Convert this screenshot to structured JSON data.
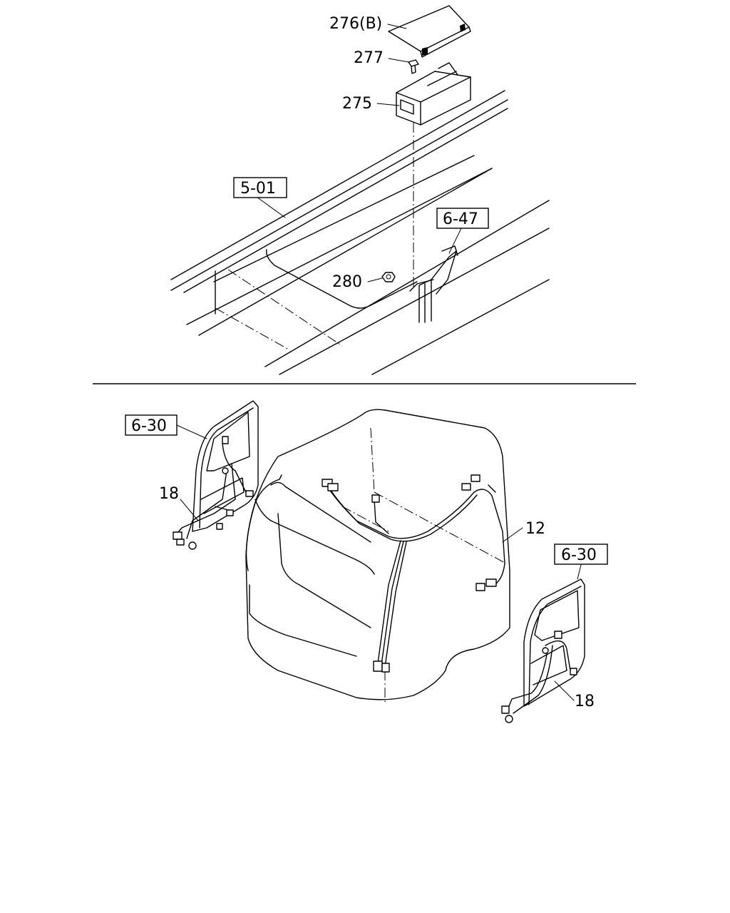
{
  "labels": {
    "p276b": "276(B)",
    "p277": "277",
    "p275": "275",
    "p501": "5-01",
    "p647": "6-47",
    "p280": "280",
    "p630_left": "6-30",
    "p18_left": "18",
    "p12": "12",
    "p630_right": "6-30",
    "p18_right": "18"
  }
}
